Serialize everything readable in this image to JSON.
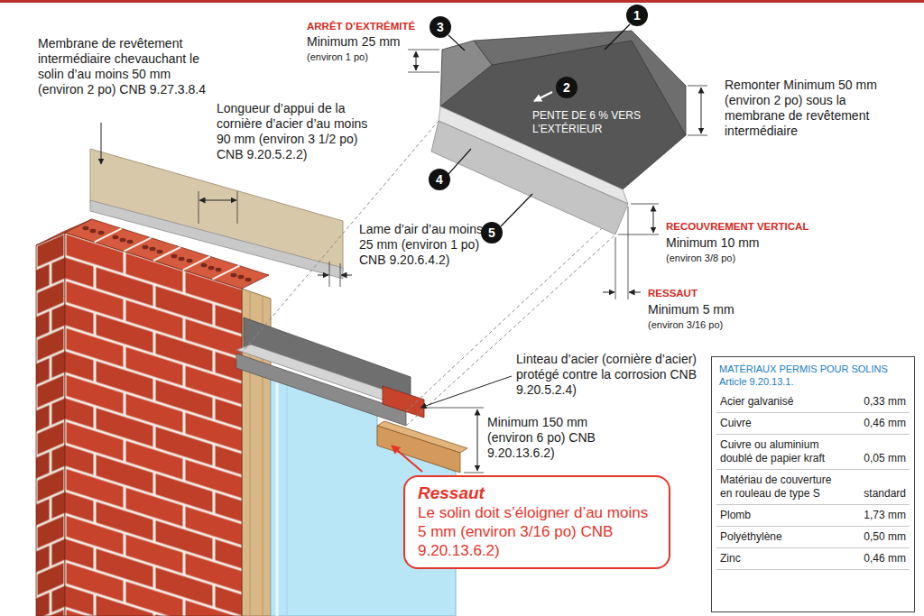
{
  "diagram": {
    "nodes": [
      {
        "text": [
          "1"
        ]
      },
      {
        "text": [
          "3"
        ]
      },
      {
        "text": [
          "2"
        ]
      },
      {
        "text": [
          "4"
        ]
      },
      {
        "text": [
          "5"
        ]
      },
      {
        "text": [
          "MATÉRIAUX PERMIS POUR SOLINS",
          "Article 9.20.13.1."
        ]
      },
      {
        "text": [
          "Ressaut",
          "Le solin doit s’éloigner d’au moins 5 mm (environ 3/16 po) CNB 9.20.13.6.2)"
        ]
      }
    ],
    "labels": [
      "Membrane de revêtement intermédiaire chevauchant le solin d’au moins 50 mm (environ 2 po) CNB 9.27.3.8.4",
      "Longueur d’appui de la cornière d’acier d’au moins 90 mm (environ 3 1/2 po) CNB 9.20.5.2.2)",
      "ARRÊT D’EXTRÉMITÉ",
      "Minimum 25 mm",
      "(environ 1 po)",
      "PENTE DE 6 % VERS L’EXTÉRIEUR",
      "Remonter Minimum 50 mm (environ 2 po) sous la membrane de revêtement intermédiaire",
      "Lame d’air d’au moins 25 mm (environ 1 po) CNB 9.20.6.4.2)",
      "RECOUVREMENT VERTICAL",
      "Minimum 10 mm",
      "(environ 3/8 po)",
      "RESSAUT",
      "Minimum 5 mm",
      "(environ 3/16 po)",
      "Linteau d’acier (cornière d’acier) protégé contre la corrosion CNB 9.20.5.2.4)",
      "Minimum 150 mm (environ 6 po) CNB 9.20.13.6.2)",
      "Acier galvanisé",
      "0,33 mm",
      "Cuivre",
      "0,46 mm",
      "Cuivre ou aluminium doublé de papier kraft",
      "0,05 mm",
      "Matériau de couverture en rouleau de type S",
      "standard",
      "Plomb",
      "1,73 mm",
      "Polyéthylène",
      "0,50 mm",
      "Zinc",
      "0,46 mm"
    ]
  }
}
